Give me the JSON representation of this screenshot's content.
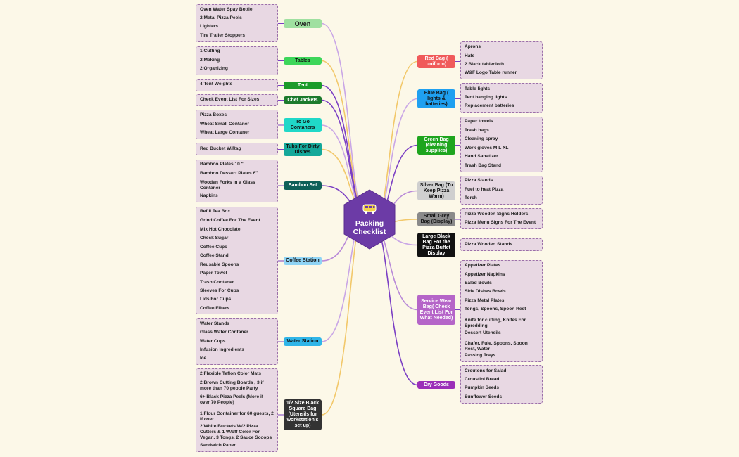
{
  "center": {
    "title": "Packing Checklist",
    "icon": "bus-icon",
    "color": "#6c3ba6"
  },
  "left_branches": [
    {
      "label": "Oven",
      "bg": "#9fe0a0",
      "color": "#222",
      "items": [
        "Oven Water Spay Bottle",
        "2 Metal Pizza Peels",
        "Lighters",
        "Tire Trailer Stoppers"
      ]
    },
    {
      "label": "Tables",
      "bg": "#3dd65a",
      "color": "#111",
      "items": [
        "1 Cutting",
        "2 Making",
        "2 Organizing"
      ]
    },
    {
      "label": "Tent",
      "bg": "#1c9b2a",
      "color": "#fff",
      "items": [
        "4 Tent Weights"
      ]
    },
    {
      "label": "Chef Jackets",
      "bg": "#1c7a2c",
      "color": "#fff",
      "items": [
        "Check Event List For Sizes"
      ]
    },
    {
      "label": "To Go Contaners",
      "bg": "#20d8c8",
      "color": "#111",
      "items": [
        "Pizza Boxes",
        "Wheat Small Contaner",
        "Wheat Large Contaner"
      ]
    },
    {
      "label": "Tubs For Dirty Dishes",
      "bg": "#14a89a",
      "color": "#111",
      "items": [
        "Red Bucket W/Rag"
      ]
    },
    {
      "label": "Bamboo Set",
      "bg": "#0e6058",
      "color": "#fff",
      "items": [
        "Bamboo Plates 10 \"",
        "Bamboo Dessert  Plates 6\"",
        "Wooden Forks in a Glass Contaner",
        "Napkins"
      ]
    },
    {
      "label": "Coffee Station",
      "bg": "#8fd4f5",
      "color": "#111",
      "items": [
        "Refill Tea Box",
        "Grind Coffee For The Event",
        "Mix Hot Chocolate",
        "Check Sugar",
        "Coffee Cups",
        "Coffee Stand",
        "Reusable Spoons",
        "Paper Towel",
        "Trash Contaner",
        "Sleeves For Cups",
        "Lids For Cups",
        "Coffee Filters"
      ]
    },
    {
      "label": "Water Station",
      "bg": "#2fb5e8",
      "color": "#111",
      "items": [
        "Water Stands",
        "Glass Water Contaner",
        "Water Cups",
        "Infusion Ingredients",
        "Ice"
      ]
    },
    {
      "label": "1/2 Size Black Square Bag (Utensils for workstation's set up)",
      "bg": "#333333",
      "color": "#fff",
      "items": [
        "2 Flexible Teflon Color Mats",
        "2 Brown Cutting Boards , 3 if more than 70 people Party",
        "6+ Black Pizza Peels (More if over 70 People)",
        "1 Flour Container for 60 guests, 2 if over",
        "2 White Buckets W/2 Pizza Cutters & 1 W/off Color For Vegan, 3 Tongs, 2 Sauce Scoops",
        "Sandwich Paper"
      ]
    }
  ],
  "right_branches": [
    {
      "label": "Red Bag  ( uniform)",
      "bg": "#f05a5a",
      "color": "#fff",
      "items": [
        "Aprons",
        "Hats",
        "2 Black  tablecloth",
        "W&F  Logo Table runner"
      ]
    },
    {
      "label": "Blue Bag ( lights & batteries)",
      "bg": "#1fa0f0",
      "color": "#111",
      "items": [
        "Table lights",
        "Tent hanging lights",
        "Replacement batteries"
      ]
    },
    {
      "label": "Green Bag (cleaning supplies)",
      "bg": "#1ea51e",
      "color": "#fff",
      "items": [
        "Paper towels",
        "Trash bags",
        "Cleaning spray",
        "Work gloves M L XL",
        "Hand Sanatizer",
        "Trash Bag Stand"
      ]
    },
    {
      "label": "Silver Bag (To Keep Pizza Warm)",
      "bg": "#cfcfcf",
      "color": "#111",
      "items": [
        "Pizza Stands",
        "Fuel to heat Pizza",
        "Torch"
      ]
    },
    {
      "label": "Small Grey Bag (Display)",
      "bg": "#8a8a8a",
      "color": "#111",
      "items": [
        "Pizza Wooden Signs Holders",
        "Pizza Menu Signs For The Event"
      ]
    },
    {
      "label": "Large Black Bag For the Pizza Buffet Display",
      "bg": "#111111",
      "color": "#fff",
      "items": [
        "Pizza Wooden Stands"
      ]
    },
    {
      "label": "Service Wear Bag( Check Event List For What Needed)",
      "bg": "#b565c8",
      "color": "#fff",
      "items": [
        "Appetizer Plates",
        "Appetizer Napkins",
        "Salad Bowls",
        "Side Dishes Bowls",
        "Pizza Metal Plates",
        "Tongs, Spoons, Spoon Rest",
        "Knife for cutting, Knifes For Spredding",
        "Dessert Utensils",
        "Chafer, Fule, Spoons, Spoon Rest, Water",
        "Passing Trays"
      ]
    },
    {
      "label": "Dry Goods",
      "bg": "#9b2fb8",
      "color": "#fff",
      "items": [
        "Croutons for Salad",
        "Croustini Bread",
        "Pumpkin Seeds",
        "Sunflower Seeds"
      ]
    }
  ]
}
